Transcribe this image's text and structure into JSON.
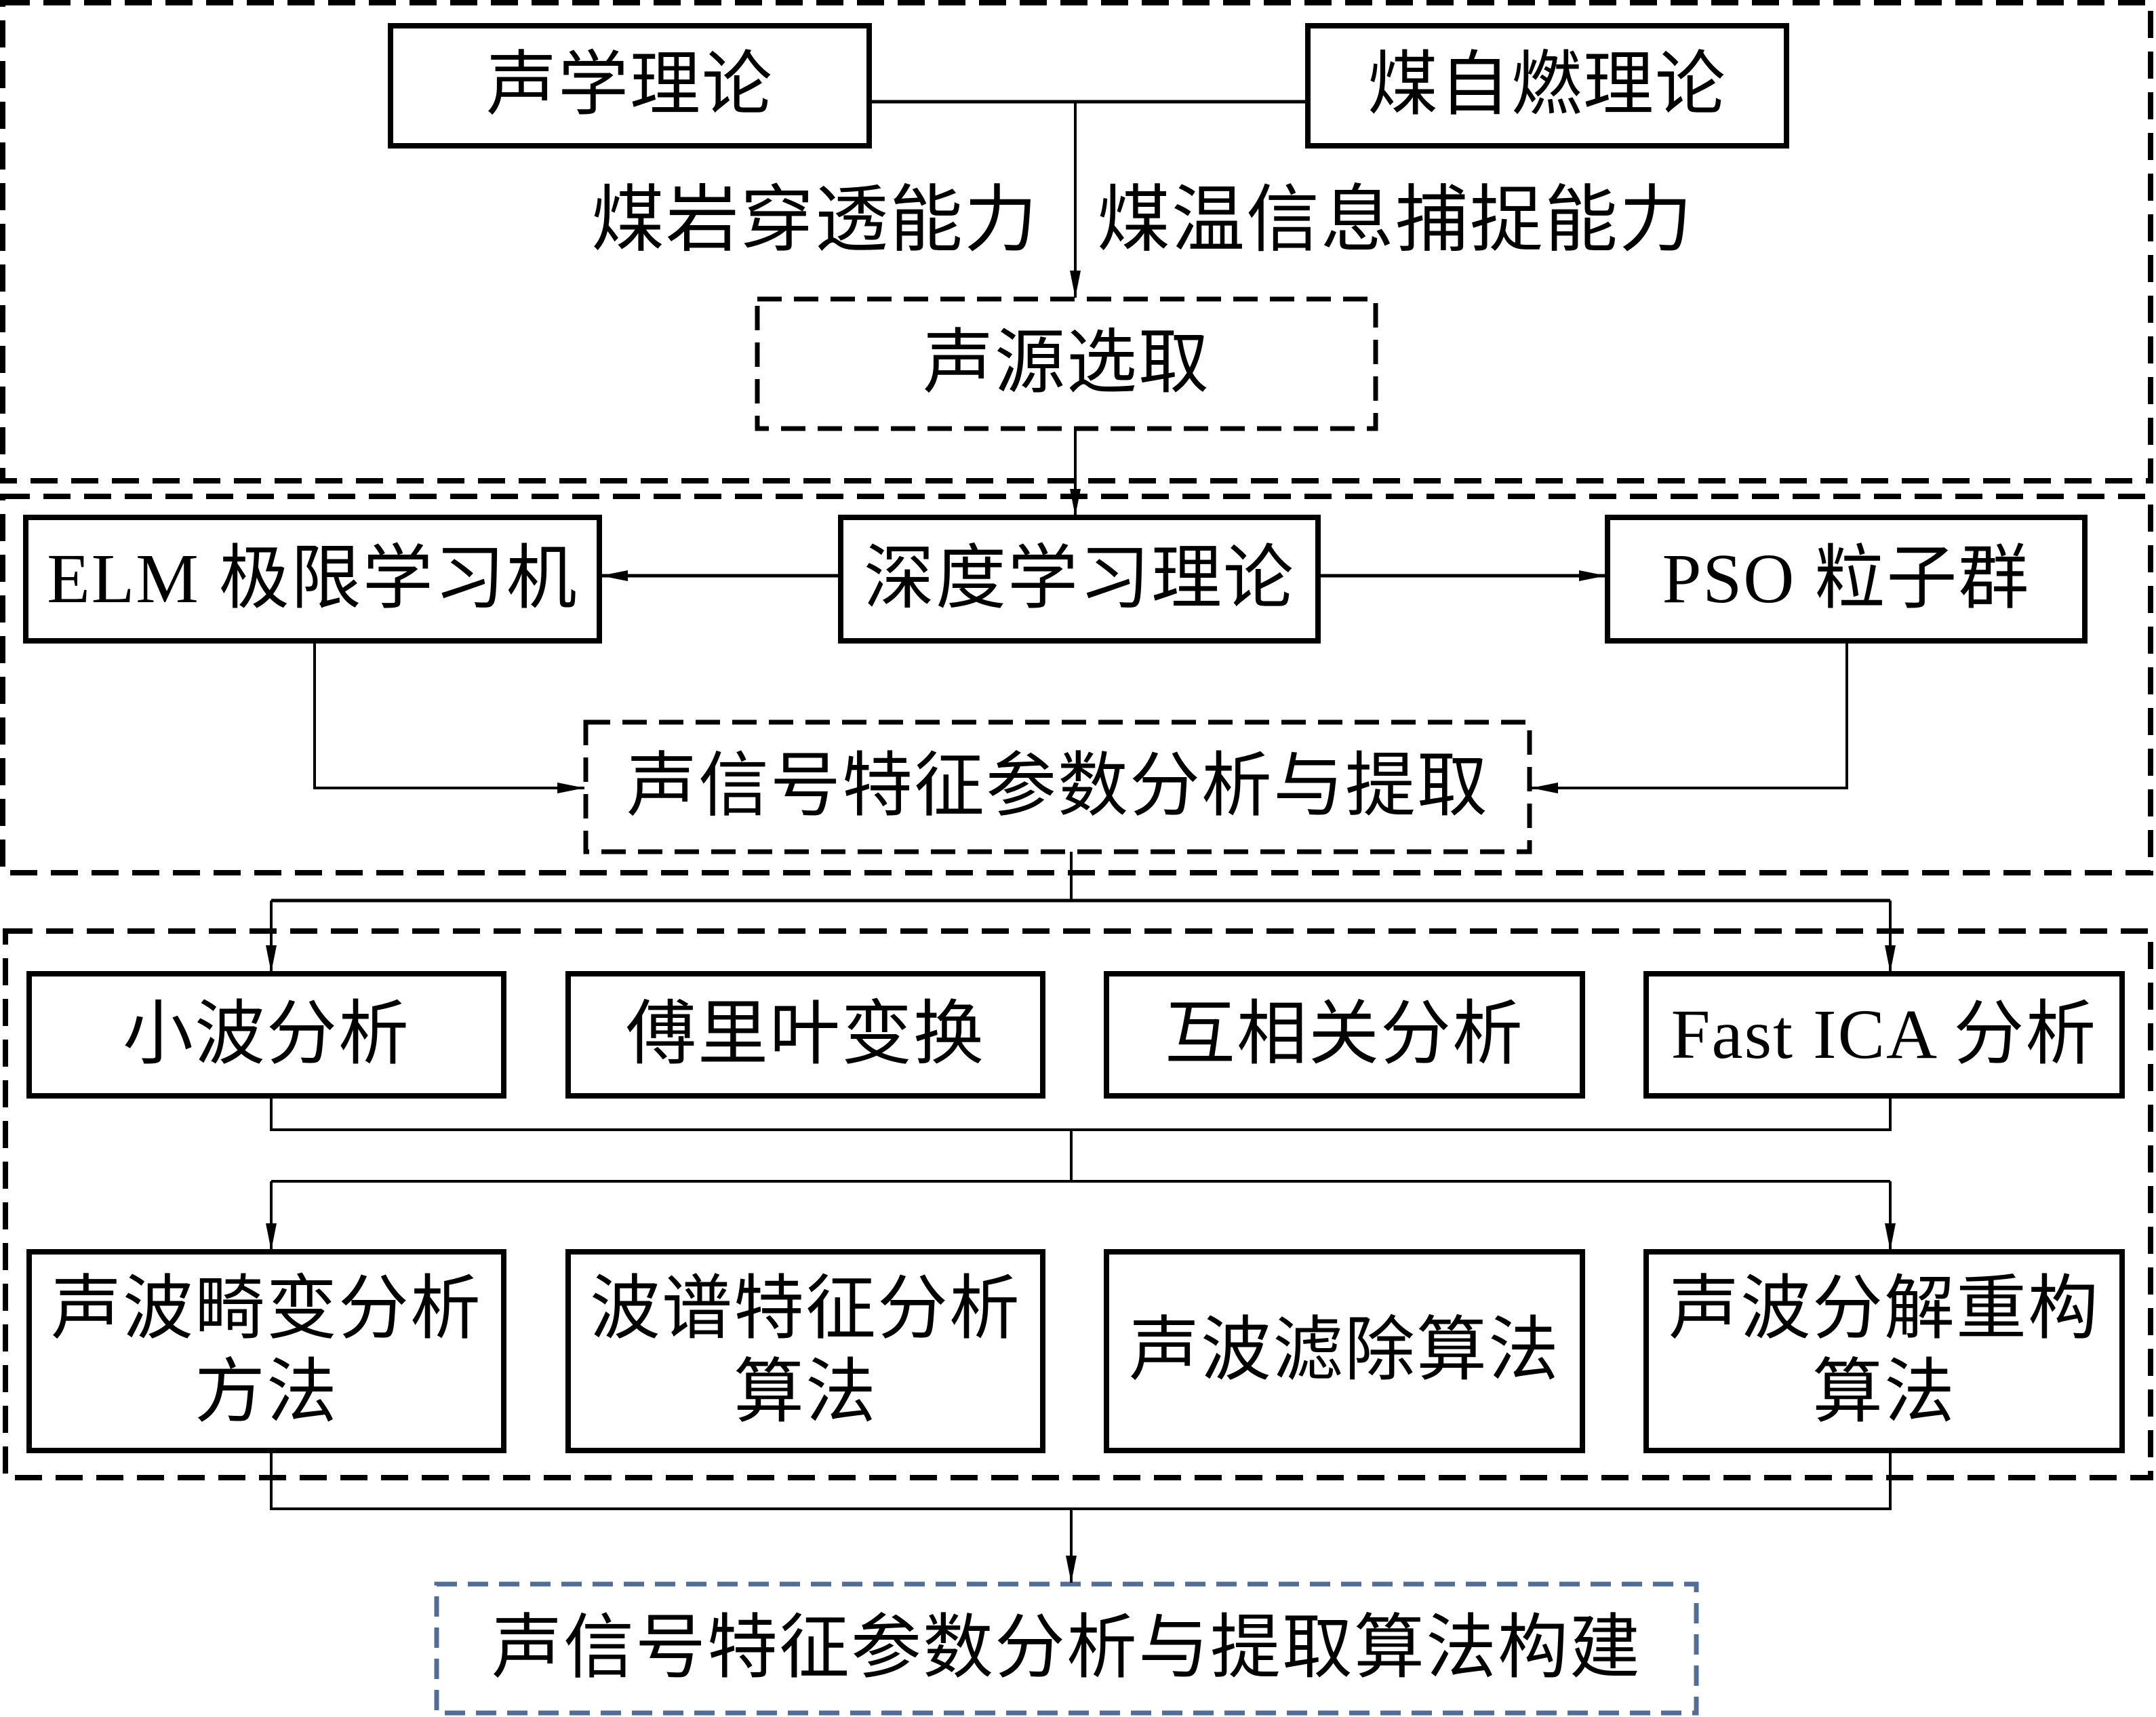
{
  "diagram": {
    "colors": {
      "stroke": "#000000",
      "final_border": "#536E96",
      "background": "#ffffff"
    },
    "sections": [
      {
        "id": "acoustic-source-section",
        "label": ""
      },
      {
        "id": "feature-learning-section",
        "label": ""
      },
      {
        "id": "signal-processing-section",
        "label": ""
      }
    ],
    "nodes": {
      "acoustic_theory": "声学理论",
      "coal_spontaneous_combustion_theory": "煤自燃理论",
      "sound_source_selection": "声源选取",
      "elm": "ELM 极限学习机",
      "deep_learning_theory": "深度学习理论",
      "pso": "PSO 粒子群",
      "feature_extraction": "声信号特征参数分析与提取",
      "wavelet_analysis": "小波分析",
      "fourier_transform": "傅里叶变换",
      "cross_correlation": "互相关分析",
      "fast_ica": "Fast ICA 分析",
      "distortion_analysis": [
        "声波畸变分析",
        "方法"
      ],
      "spectrum_feature_analysis": [
        "波谱特征分析",
        "算法"
      ],
      "wave_filtering": "声波滤除算法",
      "decomposition_reconstruction": [
        "声波分解重构",
        "算法"
      ],
      "final_algorithm": "声信号特征参数分析与提取算法构建"
    },
    "edge_labels": {
      "coal_rock_penetration": "煤岩穿透能力",
      "coal_temperature_capture": "煤温信息捕捉能力"
    },
    "edges": [
      {
        "from": "acoustic_theory",
        "to": "sound_source_selection"
      },
      {
        "from": "coal_spontaneous_combustion_theory",
        "to": "sound_source_selection"
      },
      {
        "from": "sound_source_selection",
        "to": "deep_learning_theory"
      },
      {
        "from": "deep_learning_theory",
        "to": "elm"
      },
      {
        "from": "deep_learning_theory",
        "to": "pso"
      },
      {
        "from": "elm",
        "to": "feature_extraction"
      },
      {
        "from": "pso",
        "to": "feature_extraction"
      },
      {
        "from": "feature_extraction",
        "to": "wavelet_analysis"
      },
      {
        "from": "feature_extraction",
        "to": "fast_ica"
      },
      {
        "from": "wavelet_analysis",
        "to": "distortion_analysis"
      },
      {
        "from": "fast_ica",
        "to": "decomposition_reconstruction"
      },
      {
        "from": "distortion_analysis",
        "to": "final_algorithm"
      },
      {
        "from": "decomposition_reconstruction",
        "to": "final_algorithm"
      }
    ]
  }
}
